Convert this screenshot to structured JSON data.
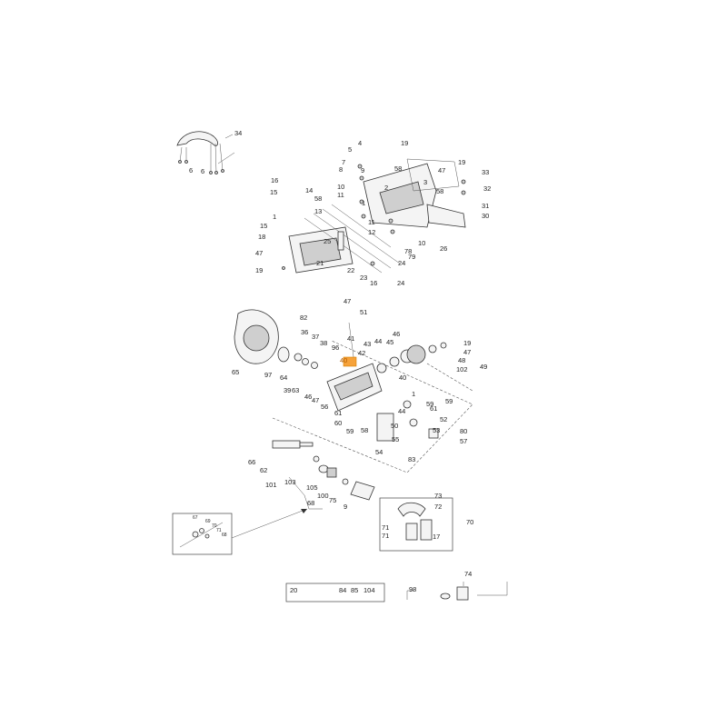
{
  "highlighted_part": "40",
  "highlight_color": "#f6a23a",
  "callouts": [
    "34",
    "6",
    "6",
    "4",
    "5",
    "19",
    "7",
    "58",
    "47",
    "33",
    "8",
    "9",
    "3",
    "19",
    "32",
    "10",
    "58",
    "31",
    "11",
    "2",
    "30",
    "1",
    "26",
    "16",
    "15",
    "14",
    "58",
    "13",
    "1",
    "11",
    "12",
    "10",
    "15",
    "25",
    "78",
    "18",
    "21",
    "79",
    "24",
    "47",
    "22",
    "23",
    "19",
    "16",
    "24",
    "47",
    "51",
    "82",
    "41",
    "19",
    "36",
    "46",
    "37",
    "45",
    "47",
    "38",
    "42",
    "43",
    "44",
    "48",
    "102",
    "49",
    "65",
    "97",
    "64",
    "39",
    "63",
    "96",
    "40",
    "40",
    "46",
    "47",
    "56",
    "61",
    "60",
    "1",
    "59",
    "44",
    "50",
    "59",
    "61",
    "52",
    "53",
    "80",
    "57",
    "58",
    "59",
    "55",
    "54",
    "83",
    "66",
    "62",
    "103",
    "105",
    "101",
    "100",
    "68",
    "75",
    "9",
    "73",
    "72",
    "70",
    "71",
    "71",
    "17",
    "20",
    "84",
    "85",
    "104",
    "98",
    "74"
  ],
  "inset_callouts": [
    "67",
    "69",
    "70",
    "71",
    "68"
  ]
}
